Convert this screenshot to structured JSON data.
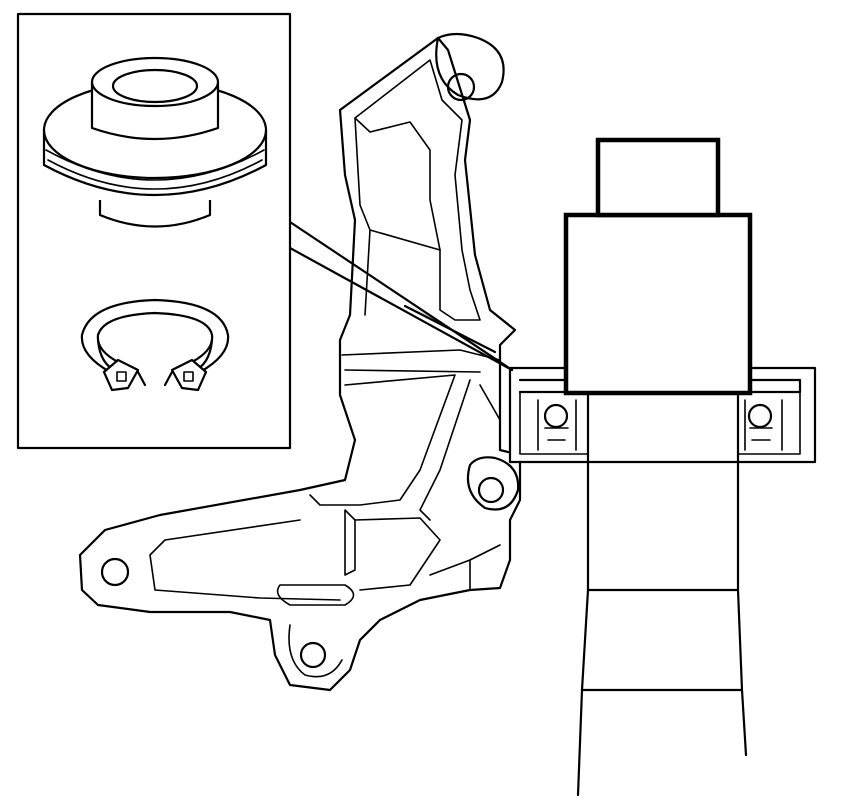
{
  "diagram": {
    "kind": "technical-line-drawing",
    "parts": [
      {
        "name": "steering-knuckle",
        "icon": "knuckle-outline"
      },
      {
        "name": "wheel-bearing",
        "icon": "ball-bearing-section"
      },
      {
        "name": "drive-shaft",
        "icon": "shaft-outline"
      },
      {
        "name": "bearing-press-tool",
        "icon": "press-tool-block"
      },
      {
        "name": "press-drift",
        "icon": "stepped-drift"
      },
      {
        "name": "circlip",
        "icon": "snap-ring"
      }
    ],
    "stroke_color": "#000000",
    "background_color": "#ffffff"
  }
}
